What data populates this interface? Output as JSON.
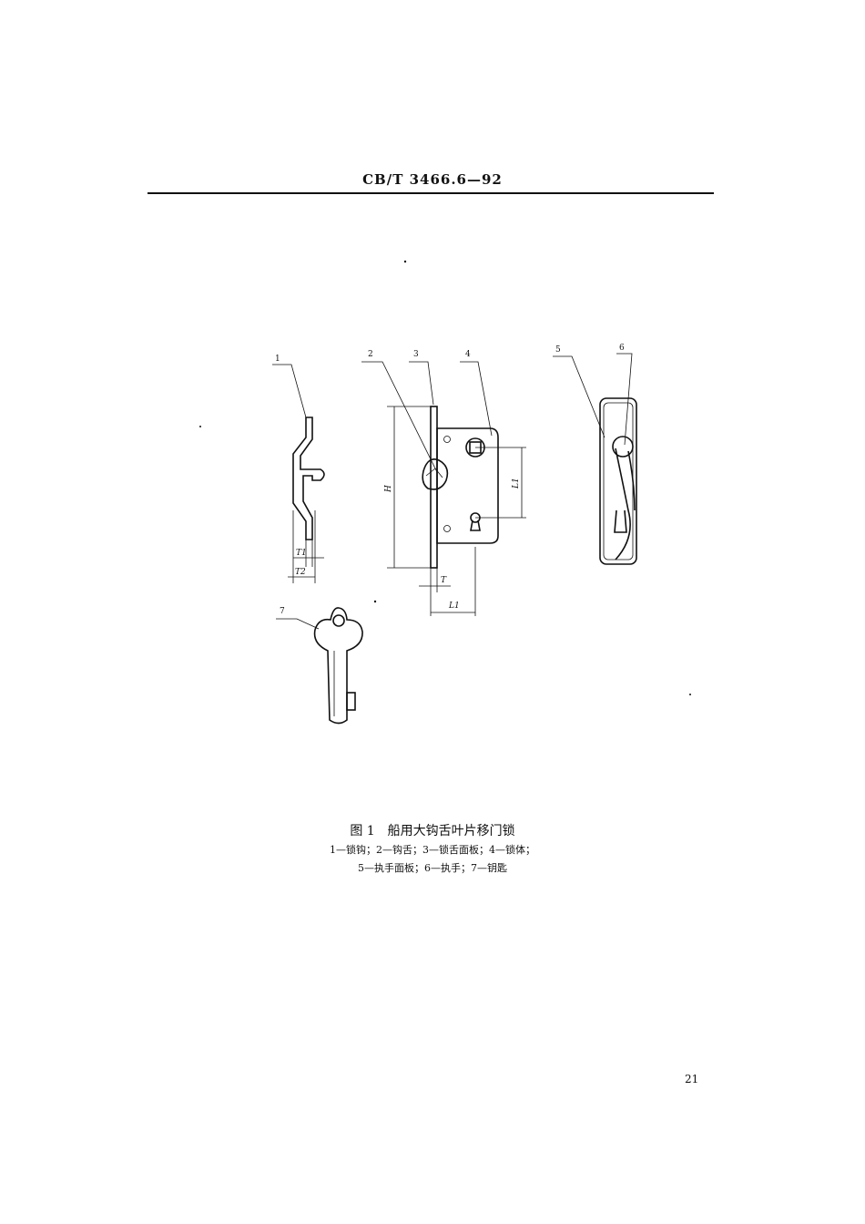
{
  "header": {
    "title": "CB/T 3466.6—92"
  },
  "figure": {
    "part_labels": [
      "1",
      "2",
      "3",
      "4",
      "5",
      "6",
      "7"
    ],
    "dimension_labels": {
      "t1": "T1",
      "t2": "T2",
      "h": "H",
      "t": "T",
      "l1_bottom": "L1",
      "l1_side": "L1"
    }
  },
  "caption": {
    "title": "图 1　船用大钩舌叶片移门锁",
    "line1": "1—锁钩；2—钩舌；3—锁舌面板；4—锁体；",
    "line2": "5—执手面板；6—执手；7—钥匙"
  },
  "page_number": "21"
}
